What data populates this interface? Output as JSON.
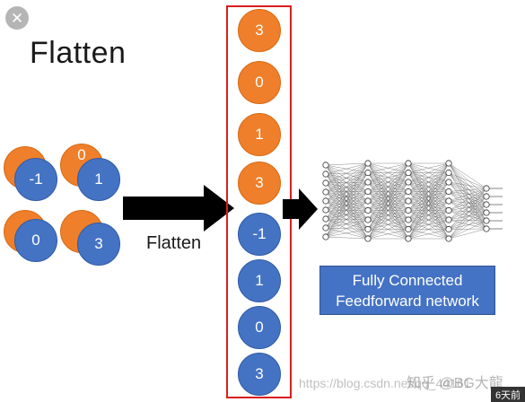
{
  "title": "Flatten",
  "close_icon": "close-icon",
  "feature_maps": [
    {
      "front": "-1"
    },
    {
      "front": "1"
    },
    {
      "front": "0"
    },
    {
      "front": "3"
    }
  ],
  "feature_maps_back_partial": [
    "0"
  ],
  "flatten_label": "Flatten",
  "flattened_values": [
    {
      "value": "3",
      "color": "orange"
    },
    {
      "value": "0",
      "color": "orange"
    },
    {
      "value": "1",
      "color": "orange"
    },
    {
      "value": "3",
      "color": "orange"
    },
    {
      "value": "-1",
      "color": "blue"
    },
    {
      "value": "1",
      "color": "blue"
    },
    {
      "value": "0",
      "color": "blue"
    },
    {
      "value": "3",
      "color": "blue"
    }
  ],
  "network_box": {
    "line1": "Fully Connected",
    "line2": "Feedforward network"
  },
  "watermark": "https://blog.csdn.net/qq_44161",
  "zhihu_mark": "知乎 @BG大龍",
  "corner_badge": "6天前",
  "colors": {
    "orange": "#ef7f2a",
    "blue": "#4573c4",
    "red_frame": "#d81e1e",
    "fc_box": "#4472c4"
  }
}
